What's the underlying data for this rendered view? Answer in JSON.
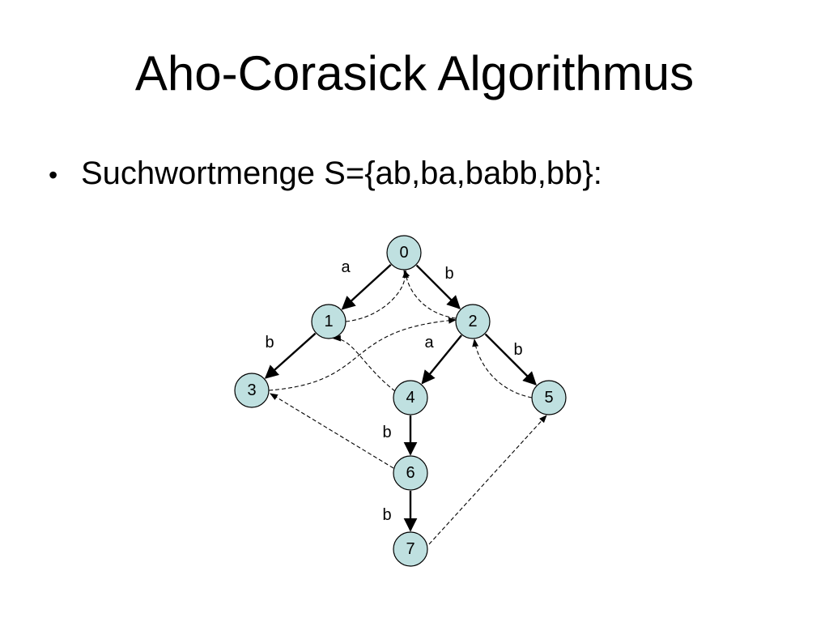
{
  "slide": {
    "title": "Aho-Corasick Algorithmus",
    "bullet": "Suchwortmenge S={ab,ba,babb,bb}:"
  },
  "colors": {
    "node_fill": "#bfe0e0",
    "node_stroke": "#000000"
  },
  "diagram": {
    "nodes": [
      {
        "id": "0",
        "label": "0",
        "output": false
      },
      {
        "id": "1",
        "label": "1",
        "output": false
      },
      {
        "id": "2",
        "label": "2",
        "output": false
      },
      {
        "id": "3",
        "label": "3",
        "output": false
      },
      {
        "id": "4",
        "label": "4",
        "output": true
      },
      {
        "id": "5",
        "label": "5",
        "output": true
      },
      {
        "id": "6",
        "label": "6",
        "output": true
      },
      {
        "id": "7",
        "label": "7",
        "output": true
      }
    ],
    "goto_edges": [
      {
        "from": "0",
        "to": "1",
        "label": "a"
      },
      {
        "from": "0",
        "to": "2",
        "label": "b"
      },
      {
        "from": "1",
        "to": "3",
        "label": "b"
      },
      {
        "from": "2",
        "to": "4",
        "label": "a"
      },
      {
        "from": "2",
        "to": "5",
        "label": "b"
      },
      {
        "from": "4",
        "to": "6",
        "label": "b"
      },
      {
        "from": "6",
        "to": "7",
        "label": "b"
      }
    ],
    "failure_edges": [
      {
        "from": "1",
        "to": "0"
      },
      {
        "from": "2",
        "to": "0"
      },
      {
        "from": "3",
        "to": "2"
      },
      {
        "from": "4",
        "to": "1"
      },
      {
        "from": "5",
        "to": "2"
      },
      {
        "from": "6",
        "to": "3"
      },
      {
        "from": "7",
        "to": "5"
      }
    ]
  }
}
